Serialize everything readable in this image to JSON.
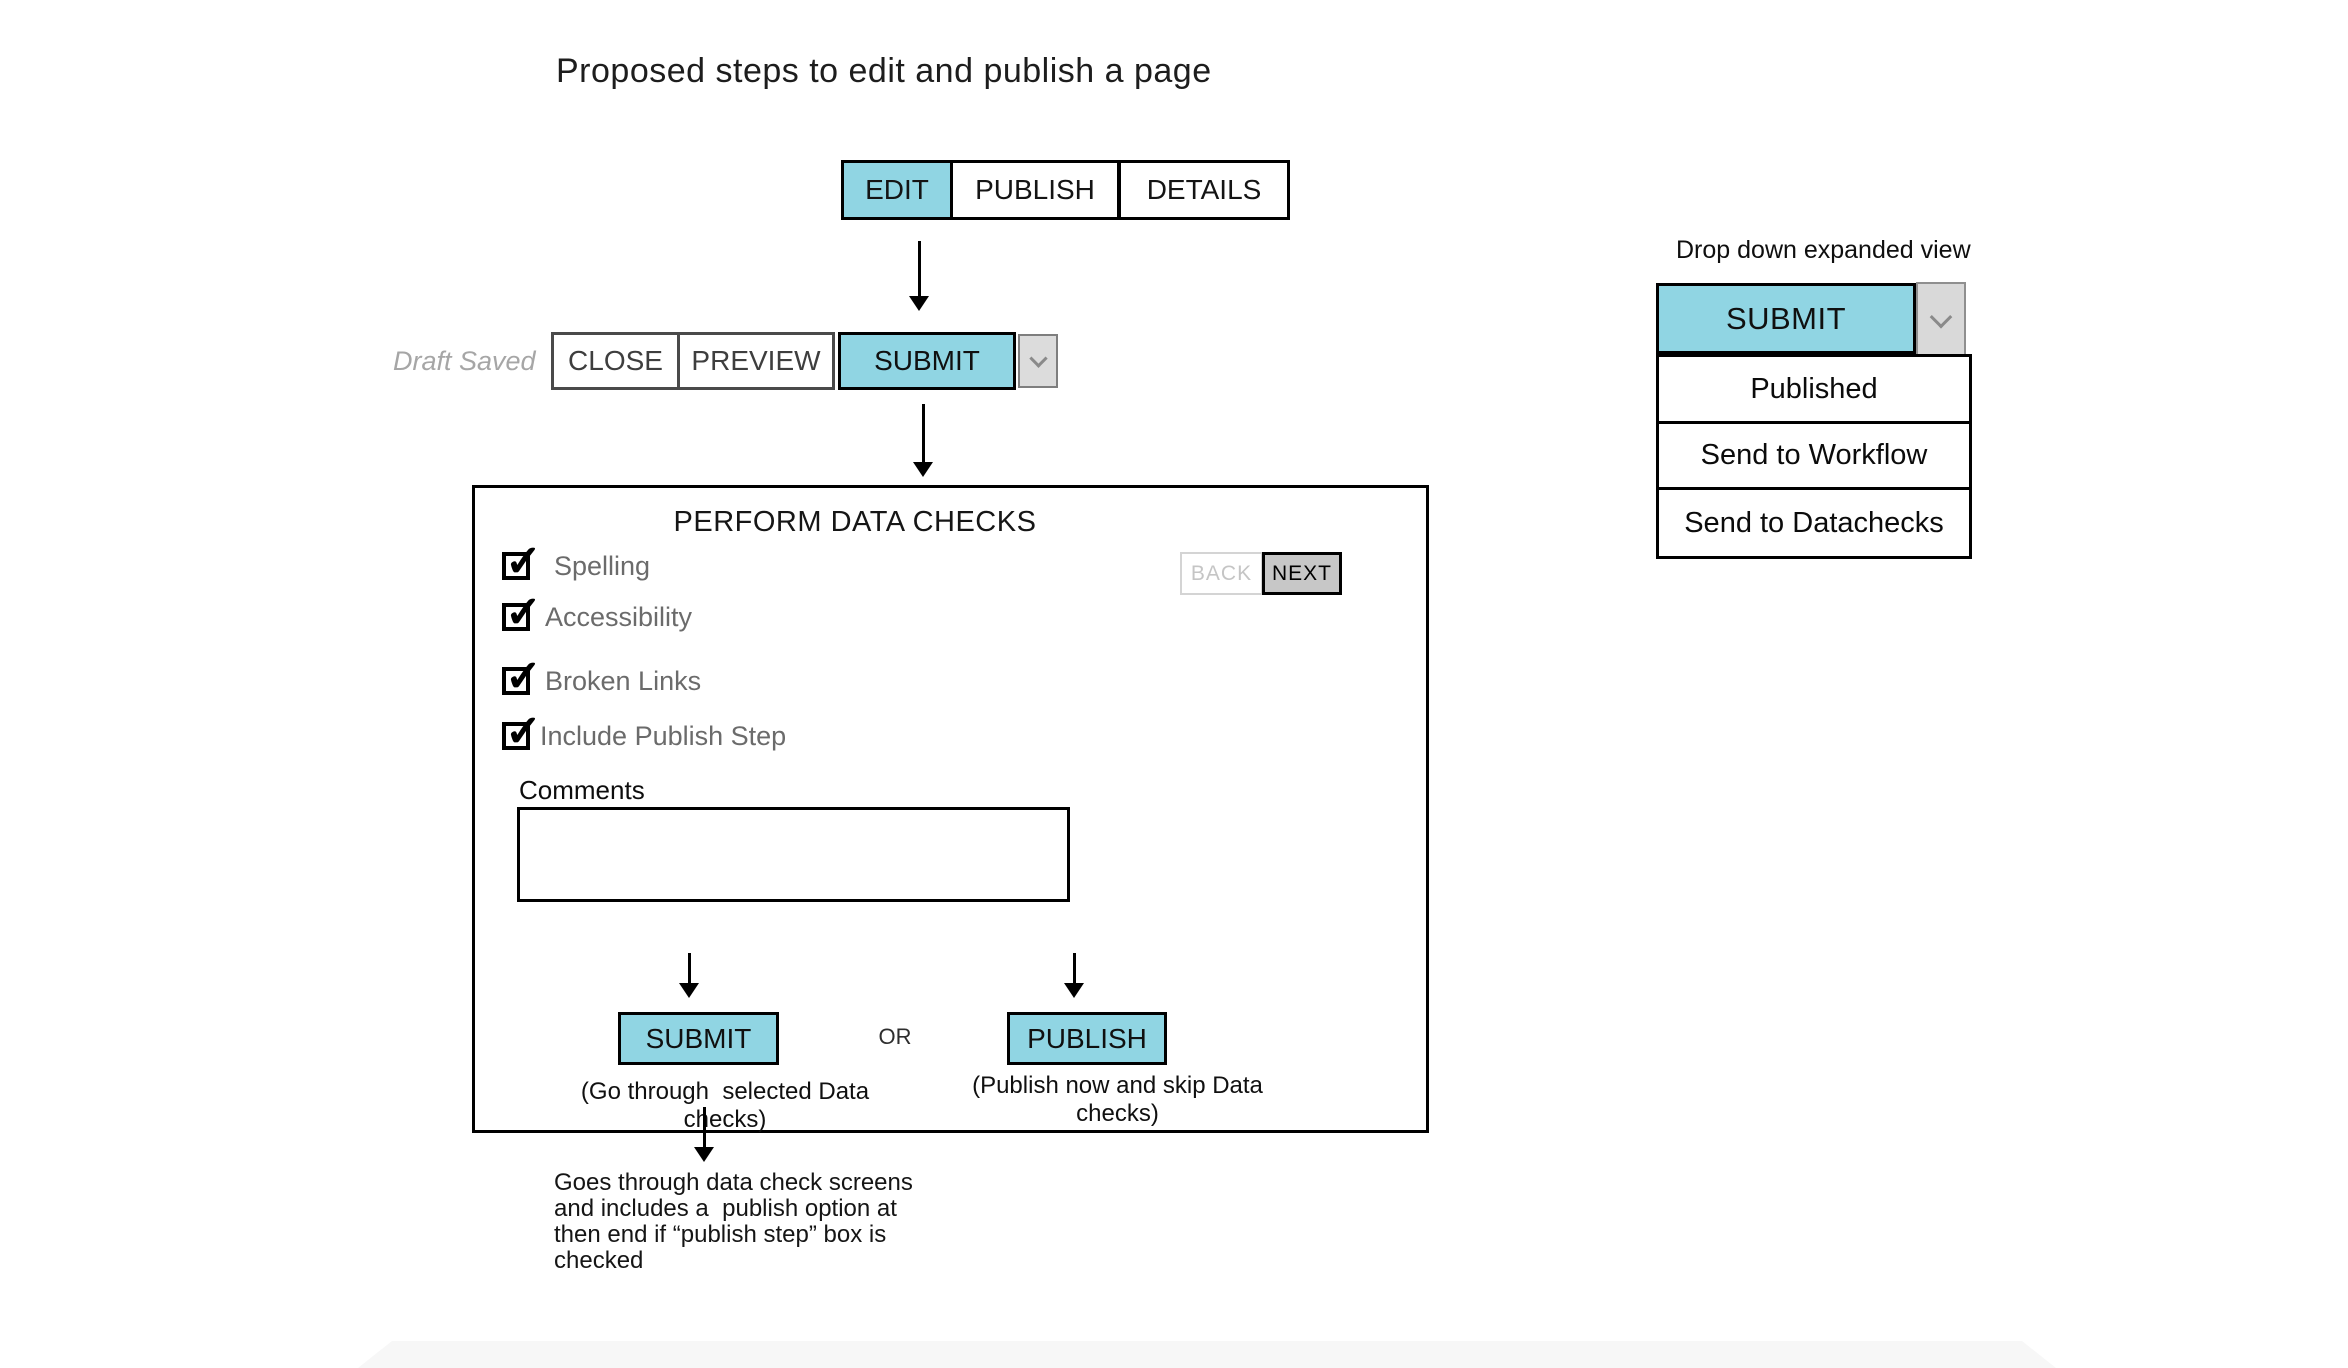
{
  "title": "Proposed steps to edit and publish a page",
  "colors": {
    "accent_cyan": "#90d5e3",
    "next_button_gray": "#c7c7c7",
    "chevron_box_gray": "#dcdcdc"
  },
  "tabs": [
    "EDIT",
    "PUBLISH",
    "DETAILS"
  ],
  "toolbar": {
    "status_text": "Draft Saved",
    "close_label": "CLOSE",
    "preview_label": "PREVIEW",
    "submit_label": "SUBMIT",
    "dropdown_icon": "chevron-down"
  },
  "data_checks_panel": {
    "heading": "PERFORM DATA CHECKS",
    "checkboxes": [
      {
        "label": "Spelling",
        "checked": true
      },
      {
        "label": "Accessibility",
        "checked": true
      },
      {
        "label": "Broken Links",
        "checked": true
      },
      {
        "label": "Include Publish Step",
        "checked": true
      }
    ],
    "check_glyph": "✓",
    "back_label": "BACK",
    "next_label": "NEXT",
    "comments_label": "Comments",
    "comments_value": "",
    "submit_button": "SUBMIT",
    "or_text": "OR",
    "publish_button": "PUBLISH",
    "submit_caption": "(Go through  selected Data checks)",
    "publish_caption": "(Publish now and skip Data checks)"
  },
  "footnote": {
    "lines": [
      "Goes through data check screens",
      "and includes a  publish option at",
      "then end if “publish step” box is",
      "checked"
    ]
  },
  "dropdown_panel": {
    "caption": "Drop down expanded view",
    "button_label": "SUBMIT",
    "dropdown_icon": "chevron-down",
    "options": [
      "Published",
      "Send to Workflow",
      "Send to Datachecks"
    ]
  }
}
